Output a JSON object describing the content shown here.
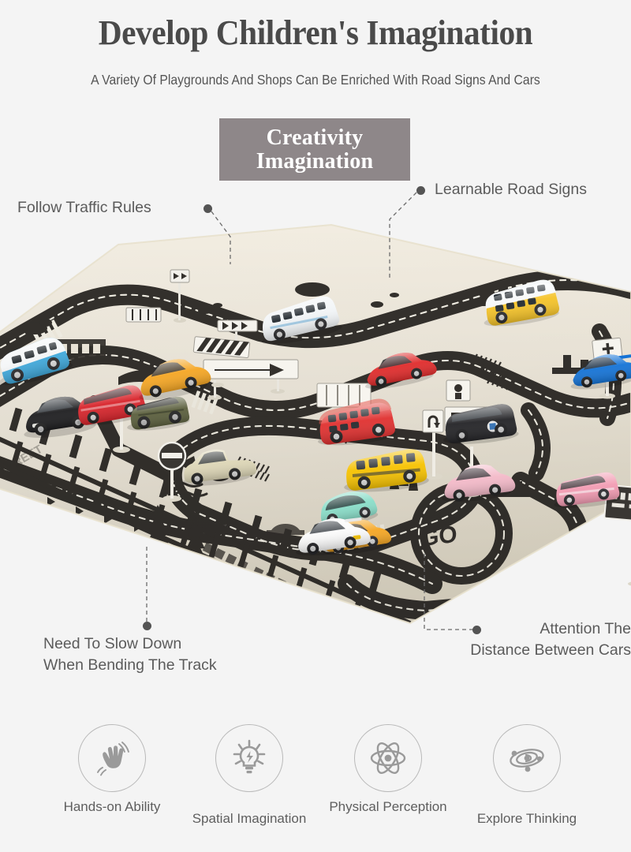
{
  "header": {
    "title": "Develop Children's Imagination",
    "subtitle": "A Variety Of Playgrounds And Shops Can Be Enriched With Road Signs And Cars"
  },
  "badge": {
    "line1": "Creativity",
    "line2": "Imagination",
    "background_color": "#8e8789",
    "text_color": "#ffffff"
  },
  "callouts": [
    {
      "id": "follow-traffic-rules",
      "text": "Follow Traffic Rules"
    },
    {
      "id": "learnable-road-signs",
      "text": "Learnable Road Signs"
    },
    {
      "id": "need-to-slow-down",
      "line1": "Need To Slow Down",
      "line2": "When Bending The Track"
    },
    {
      "id": "attention-distance",
      "line1": "Attention The",
      "line2": "Distance Between Cars"
    }
  ],
  "product": {
    "name": "children-road-play-mat",
    "mat_color": "#efe9dc",
    "road_color": "#34312d",
    "roundabout_label": "GO",
    "toy_cars": [
      {
        "name": "blue-vw-bus",
        "color": "#3fa9dc"
      },
      {
        "name": "white-city-bus",
        "color": "#f2f4f5"
      },
      {
        "name": "yellow-double-decker-bus",
        "color": "#f5c328"
      },
      {
        "name": "mint-beetle",
        "color": "#89ddc8"
      },
      {
        "name": "pink-van",
        "color": "#f29bb2"
      },
      {
        "name": "orange-sports-car",
        "color": "#f5a623"
      },
      {
        "name": "red-van",
        "color": "#d8232a"
      },
      {
        "name": "black-sedan",
        "color": "#1d1d1f"
      },
      {
        "name": "olive-jeep",
        "color": "#5a5e3c"
      },
      {
        "name": "red-sports-car",
        "color": "#e02b2b"
      },
      {
        "name": "blue-sports-car",
        "color": "#1473d6"
      },
      {
        "name": "red-double-decker-bus",
        "color": "#e0302f"
      },
      {
        "name": "black-truck",
        "color": "#232326"
      },
      {
        "name": "yellow-school-bus",
        "color": "#f6c200"
      },
      {
        "name": "pink-suv",
        "color": "#f3b9c8"
      },
      {
        "name": "white-race-car",
        "color": "#fafafa"
      },
      {
        "name": "beige-pickup",
        "color": "#ddd6b6"
      }
    ],
    "road_signs": [
      "no-entry-sign",
      "parking-sign",
      "arrow-sign",
      "chevron-barrier",
      "crossing-sign",
      "billboard-sign",
      "u-turn-sign",
      "plus-sign",
      "pedestrian-sign",
      "striped-barrier",
      "fence-barrier"
    ]
  },
  "features": [
    {
      "label": "Hands-on Ability",
      "icon": "hand-wave-icon"
    },
    {
      "label": "Spatial Imagination",
      "icon": "lightbulb-idea-icon"
    },
    {
      "label": "Physical Perception",
      "icon": "atom-icon"
    },
    {
      "label": "Explore Thinking",
      "icon": "orbit-planets-icon"
    }
  ],
  "colors": {
    "background": "#f4f4f4",
    "title_text": "#4a4a4a",
    "body_text": "#5b5b5b",
    "icon_outline": "#b9b9b9",
    "icon_fill": "#9a9a9a",
    "leader_line": "#545454"
  }
}
